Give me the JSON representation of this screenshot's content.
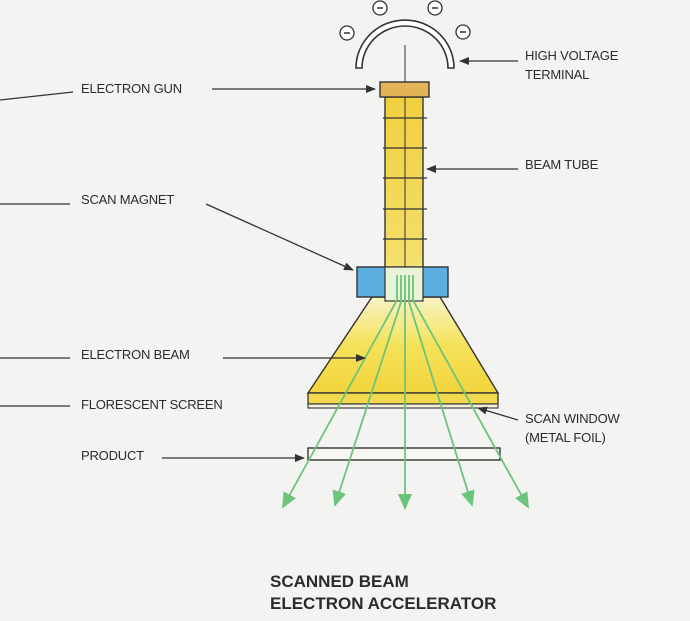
{
  "labels": {
    "electron_gun": "ELECTRON GUN",
    "scan_magnet": "SCAN MAGNET",
    "electron_beam": "ELECTRON BEAM",
    "florescent_screen": "FLORESCENT SCREEN",
    "product": "PRODUCT",
    "high_voltage_1": "HIGH VOLTAGE",
    "high_voltage_2": "TERMINAL",
    "beam_tube": "BEAM TUBE",
    "scan_window_1": "SCAN WINDOW",
    "scan_window_2": "(METAL FOIL)"
  },
  "title": {
    "line1": "SCANNED BEAM",
    "line2": "ELECTRON ACCELERATOR"
  },
  "charge_symbol": "−",
  "colors": {
    "tube": "#f3d24a",
    "gun": "#e2b455",
    "magnet": "#5aaee0",
    "beam": "#6cc47a"
  }
}
